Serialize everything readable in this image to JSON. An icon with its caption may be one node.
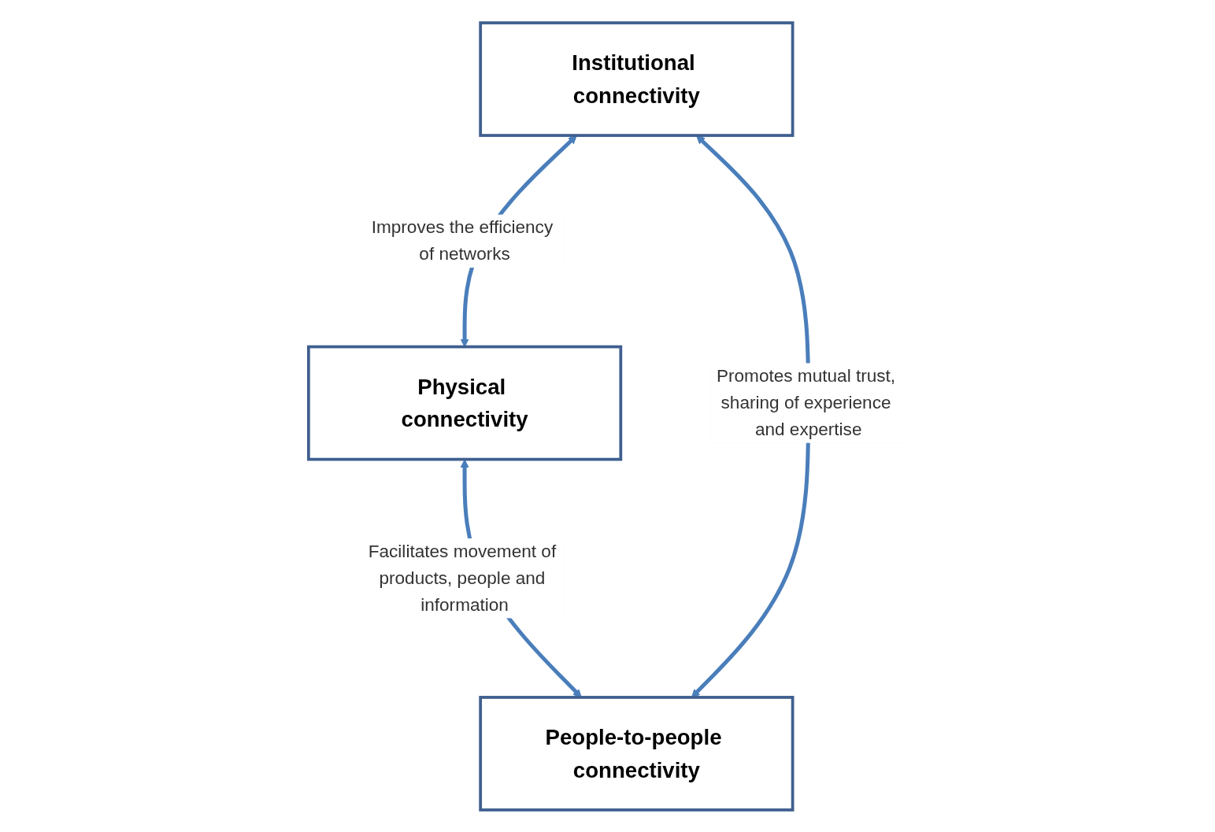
{
  "diagram": {
    "nodes": [
      {
        "text": [
          "Physical connectivity"
        ]
      },
      {
        "text": [
          "Institutional connectivity"
        ]
      },
      {
        "text": [
          "People-to-people connectivity"
        ]
      }
    ],
    "edges": [
      {
        "from": 1,
        "to": 0,
        "arrow": "both",
        "label": "Improves the efficiency of networks"
      },
      {
        "from": 0,
        "to": 2,
        "arrow": "both",
        "label": "Facilitates movement of products, people and information"
      },
      {
        "from": 1,
        "to": 2,
        "arrow": "both",
        "label": "Promotes mutual trust, sharing of experience and expertise"
      }
    ]
  }
}
